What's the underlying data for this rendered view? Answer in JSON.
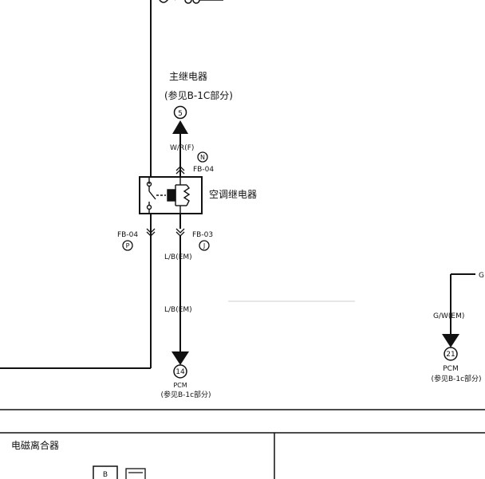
{
  "diagram": {
    "main_relay": {
      "title": "主继电器",
      "ref": "(参见B-1C部分)",
      "pin": "5"
    },
    "wire_top": {
      "color_code": "W/R(F)",
      "connector_pin": "N",
      "connector": "FB-04"
    },
    "ac_relay": {
      "label": "空调继电器"
    },
    "left_connector": {
      "connector": "FB-04",
      "pin": "P"
    },
    "right_connector": {
      "connector": "FB-03",
      "pin": "J"
    },
    "wire_bottom": {
      "color_code_1": "L/B(EM)",
      "color_code_2": "L/B(EM)"
    },
    "pcm_left": {
      "pin": "14",
      "name": "PCM",
      "ref": "(参见B-1c部分)"
    },
    "right_branch": {
      "wire_top_letter": "G",
      "color_code": "G/W(EM)",
      "pin": "21",
      "name": "PCM",
      "ref": "(参见B-1c部分)"
    },
    "bottom_section": {
      "title": "电磁离合器",
      "connector_letter": "B"
    }
  }
}
